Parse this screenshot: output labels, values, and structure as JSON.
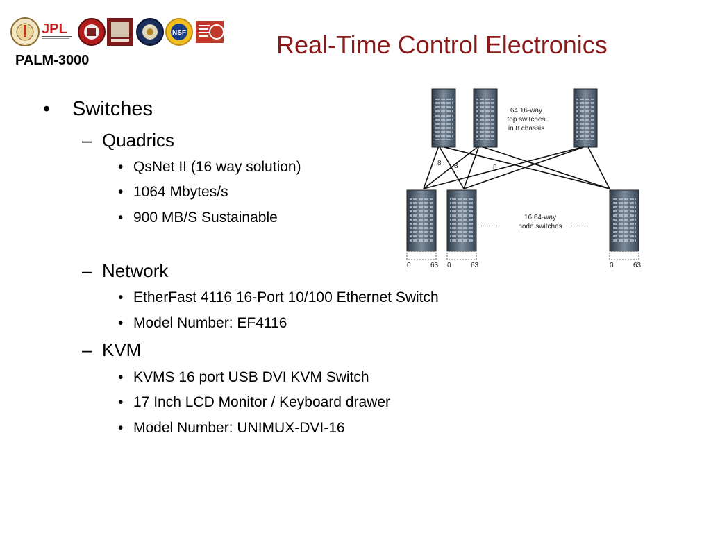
{
  "header": {
    "title": "Real-Time Control Electronics",
    "project": "PALM-3000",
    "logos": [
      {
        "name": "caltech-seal-logo"
      },
      {
        "name": "jpl-logo",
        "text": "JPL",
        "subtext": "Jet Propulsion Laboratory\nCalifornia Institute of Technology"
      },
      {
        "name": "cornell-seal-logo"
      },
      {
        "name": "university-seal-logo"
      },
      {
        "name": "oxford-seal-logo"
      },
      {
        "name": "nsf-logo",
        "text": "NSF"
      },
      {
        "name": "amnh-logo",
        "text": "AMERICAN\nMUSEUM\nNATURAL\nHISTORY"
      }
    ]
  },
  "outline": [
    {
      "level": 1,
      "bullet": "•",
      "text": "Switches"
    },
    {
      "level": 2,
      "bullet": "–",
      "text": "Quadrics"
    },
    {
      "level": 3,
      "bullet": "•",
      "text": "QsNet II (16 way solution)"
    },
    {
      "level": 3,
      "bullet": "•",
      "text": "1064 Mbytes/s"
    },
    {
      "level": 3,
      "bullet": "•",
      "text": "900 MB/S Sustainable"
    },
    {
      "level": 2,
      "bullet": "–",
      "text": "Network"
    },
    {
      "level": 3,
      "bullet": "•",
      "text": "EtherFast 4116 16-Port 10/100 Ethernet Switch"
    },
    {
      "level": 3,
      "bullet": "•",
      "text": "Model Number: EF4116"
    },
    {
      "level": 2,
      "bullet": "–",
      "text": "KVM"
    },
    {
      "level": 3,
      "bullet": "•",
      "text": "KVMS 16 port USB DVI KVM Switch"
    },
    {
      "level": 3,
      "bullet": "•",
      "text": "17 Inch LCD Monitor / Keyboard drawer"
    },
    {
      "level": 3,
      "bullet": "•",
      "text": "Model Number: UNIMUX-DVI-16"
    }
  ],
  "diagram": {
    "top_label": [
      "64 16-way",
      "top switches",
      "in 8 chassis"
    ],
    "node_label": [
      "16 64-way",
      "node switches"
    ],
    "link_counts": [
      "8",
      "8",
      "8"
    ],
    "port_labels": [
      "0",
      "63",
      "0",
      "63",
      "0",
      "63"
    ],
    "ellipsis": ".........",
    "colors": {
      "rack_dark": "#3a4a5a",
      "rack_light": "#9aa8b6",
      "line": "#111111"
    }
  }
}
